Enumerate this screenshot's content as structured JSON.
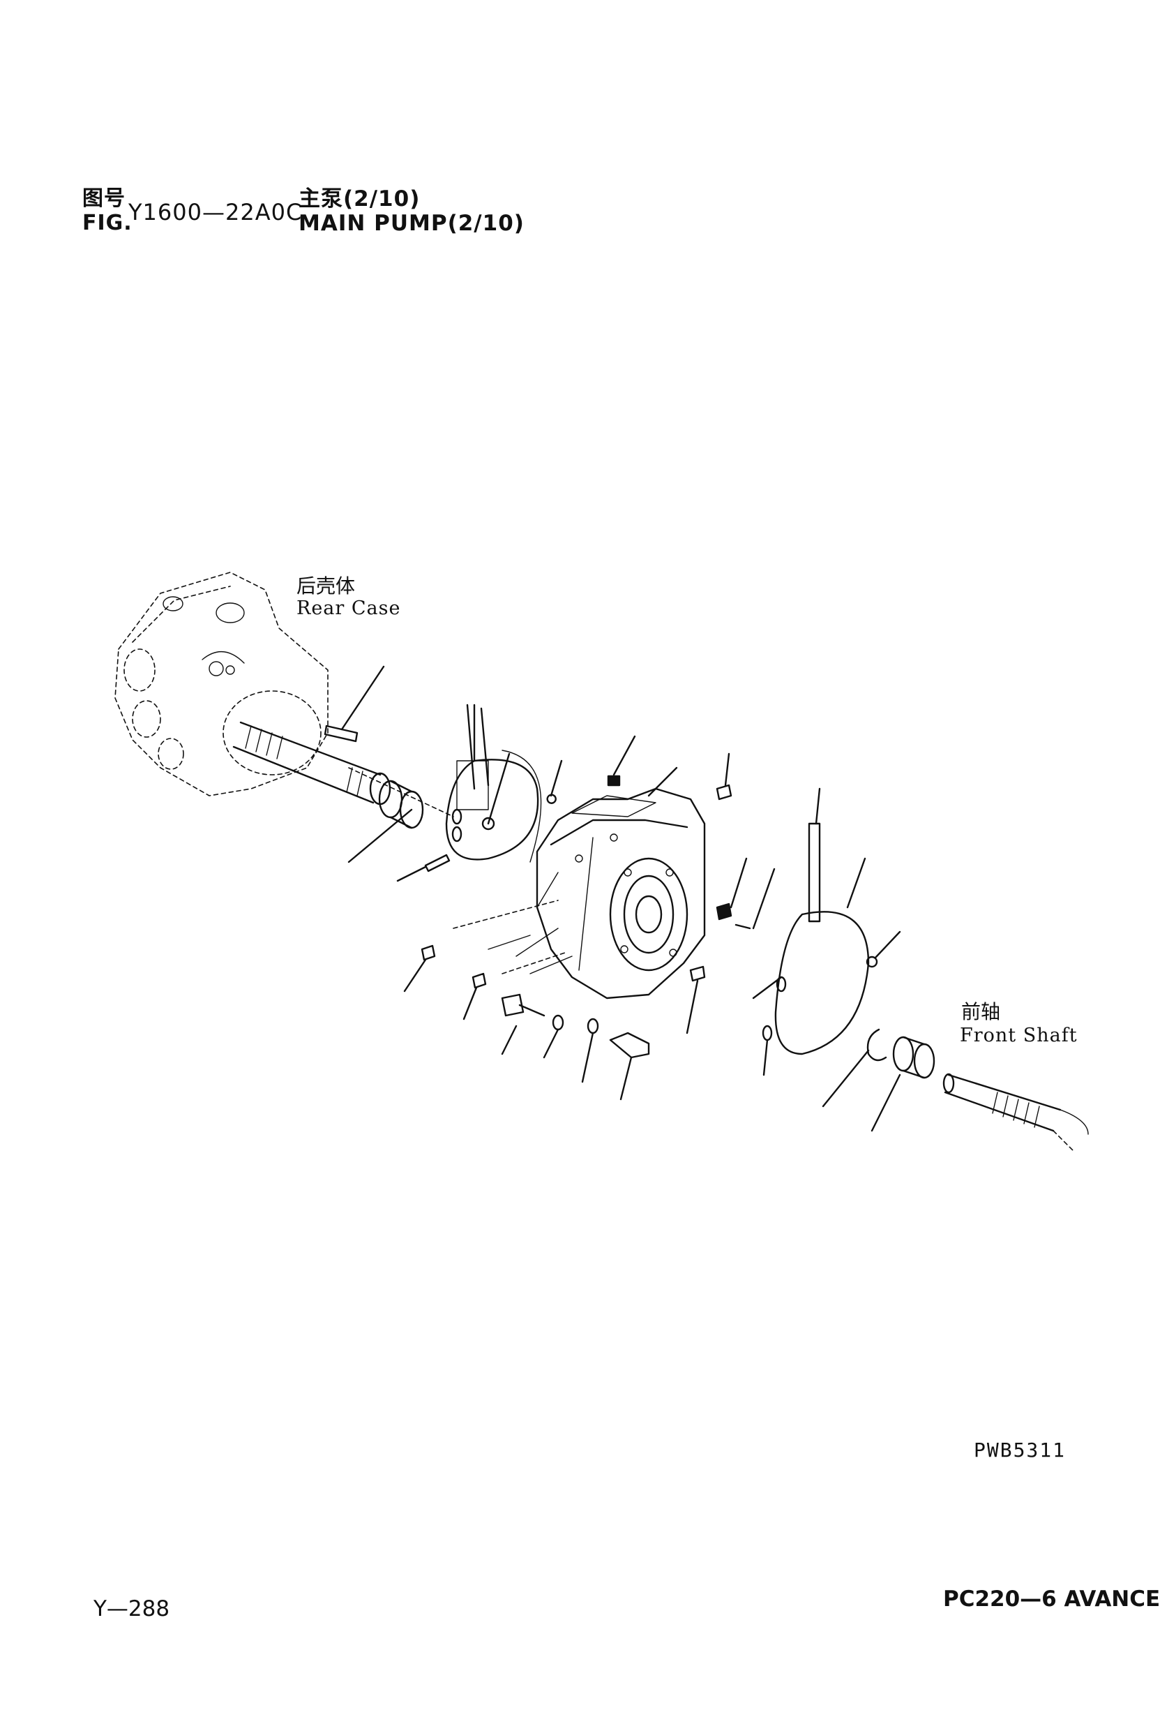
{
  "header": {
    "fig_cn": "图号",
    "fig_en": "FIG.",
    "fig_number": "Y1600—22A0C",
    "title_cn": "主泵(2/10)",
    "title_en": "MAIN PUMP(2/10)"
  },
  "labels": {
    "rear_case_cn": "后壳体",
    "rear_case_en": "Rear Case",
    "front_shaft_cn": "前轴",
    "front_shaft_en": "Front Shaft"
  },
  "drawing_code": "PWB5311",
  "footer": {
    "page": "Y—288",
    "model": "PC220—6 AVANCE"
  }
}
